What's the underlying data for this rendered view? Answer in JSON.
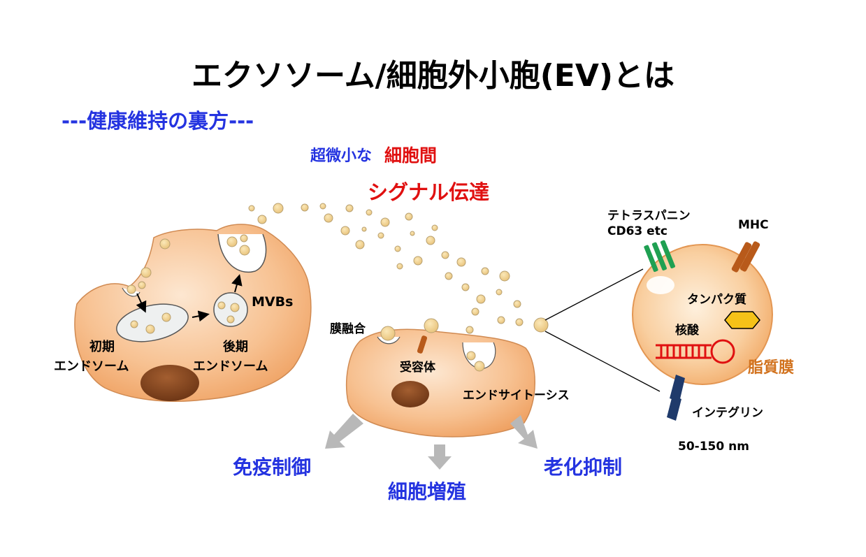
{
  "title": "エクソソーム/細胞外小胞(EV)とは",
  "subtitle": "---健康維持の裏方---",
  "signal": {
    "line1_prefix": "超微小な",
    "line1_highlight": "細胞間",
    "line2": "シグナル伝達"
  },
  "left_cell": {
    "mvbs": "MVBs",
    "early_endosome": [
      "初期",
      "エンドソーム"
    ],
    "late_endosome": [
      "後期",
      "エンドソーム"
    ]
  },
  "middle_cell": {
    "membrane_fusion": "膜融合",
    "receptor": "受容体",
    "endocytosis": "エンドサイトーシス"
  },
  "effects": {
    "immune": "免疫制御",
    "proliferation": "細胞増殖",
    "anti_aging": "老化抑制"
  },
  "exosome": {
    "tetraspanin": "テトラスパニン",
    "cd63": "CD63 etc",
    "mhc": "MHC",
    "protein": "タンパク質",
    "nucleic_acid": "核酸",
    "lipid_membrane": "脂質膜",
    "integrin": "インテグリン",
    "size": "50-150 nm"
  },
  "colors": {
    "cell_fill_light": "#fde3c8",
    "cell_fill_dark": "#f0a66a",
    "nucleus": "#8a4a22",
    "vesicle": "#f5d790",
    "heading_blue": "#2433e0",
    "signal_red": "#e01010",
    "lipid_orange": "#d2731f",
    "tetraspanin_green": "#1fa052",
    "mhc_brown": "#b85a1a",
    "integrin_navy": "#1f3a6b",
    "arrow_gray": "#b8b8b8"
  }
}
